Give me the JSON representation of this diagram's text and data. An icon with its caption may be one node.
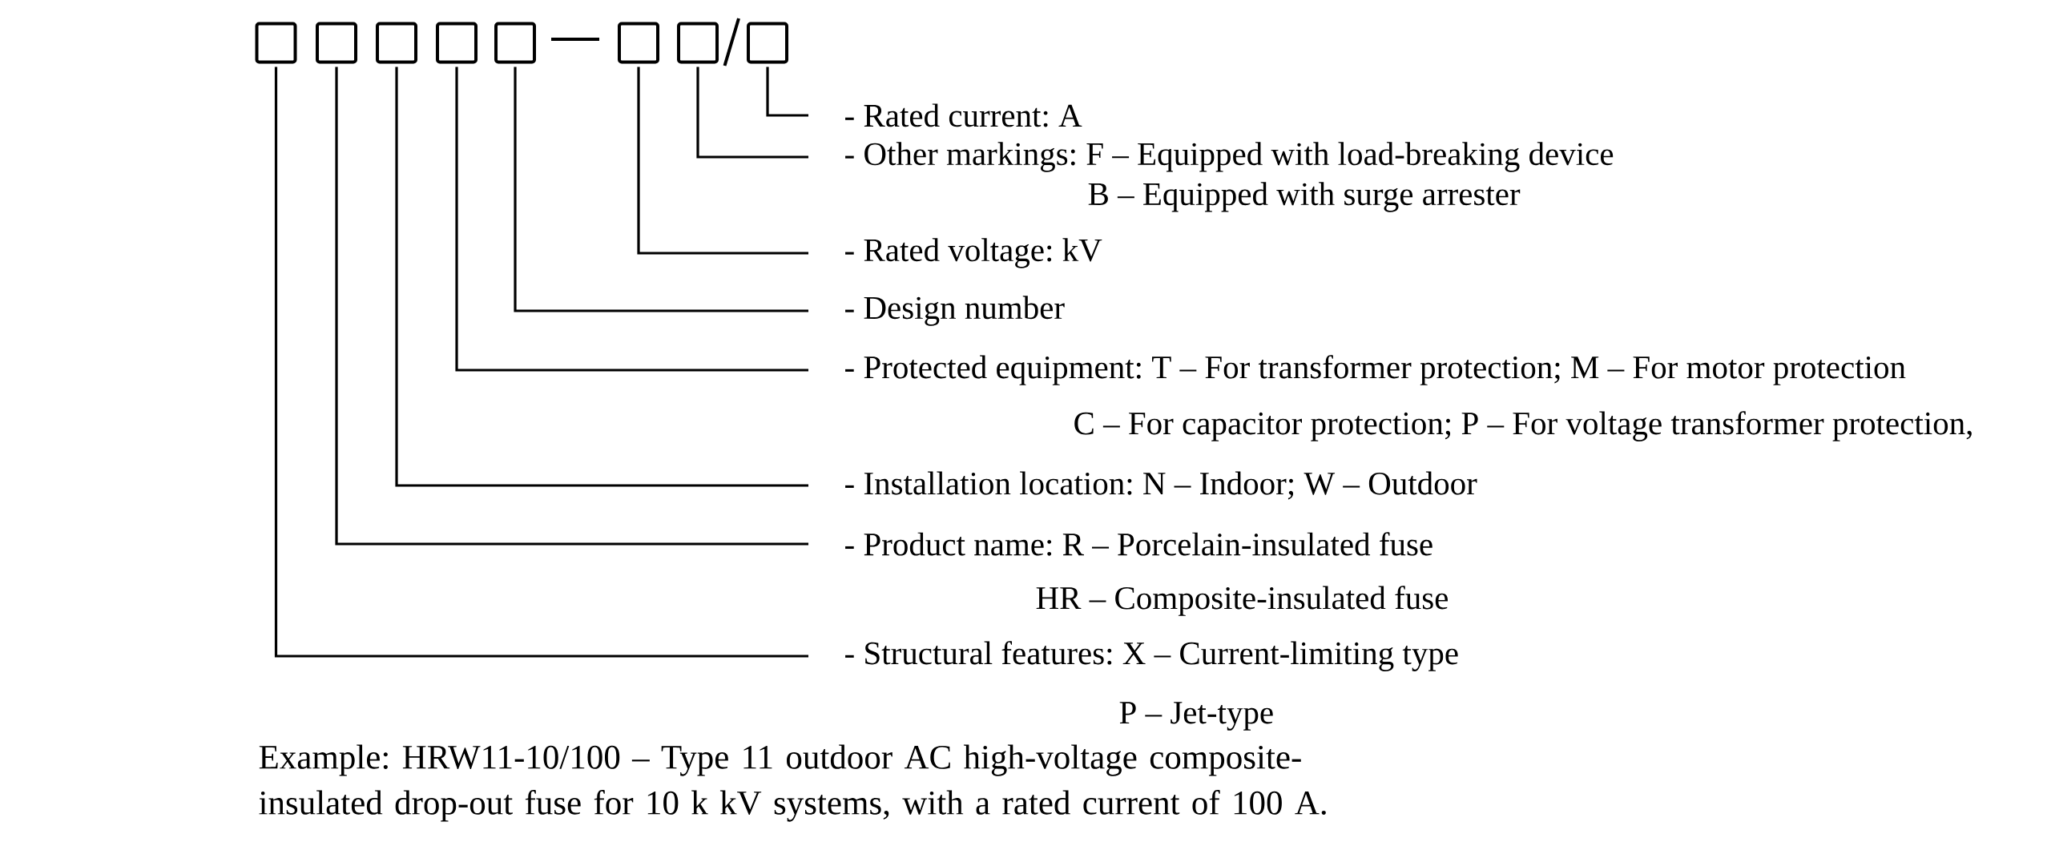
{
  "diagram": {
    "nodes": [
      {
        "text": [],
        "shape": "box"
      },
      {
        "text": [],
        "shape": "box"
      },
      {
        "text": [],
        "shape": "box"
      },
      {
        "text": [],
        "shape": "box"
      },
      {
        "text": [],
        "shape": "box"
      },
      {
        "text": [],
        "shape": "box"
      },
      {
        "text": [],
        "shape": "box"
      },
      {
        "text": [],
        "shape": "box"
      },
      {
        "text": [
          "- Rated current: A"
        ]
      },
      {
        "text": [
          "- Other markings: F – Equipped with load-breaking device",
          "B – Equipped with surge arrester"
        ]
      },
      {
        "text": [
          "- Rated voltage: kV"
        ]
      },
      {
        "text": [
          "- Design number"
        ]
      },
      {
        "text": [
          "- Protected equipment: T – For transformer protection; M – For motor protection",
          "C – For capacitor protection; P – For voltage transformer protection,"
        ]
      },
      {
        "text": [
          "- Installation location: N – Indoor; W – Outdoor"
        ]
      },
      {
        "text": [
          "- Product name: R – Porcelain-insulated fuse",
          "HR – Composite-insulated fuse"
        ]
      },
      {
        "text": [
          "- Structural features: X – Current-limiting type",
          "P – Jet-type"
        ]
      }
    ],
    "edges": [
      {
        "from": 0,
        "to": 15,
        "arrow": "none"
      },
      {
        "from": 1,
        "to": 14,
        "arrow": "none"
      },
      {
        "from": 2,
        "to": 13,
        "arrow": "none"
      },
      {
        "from": 3,
        "to": 12,
        "arrow": "none"
      },
      {
        "from": 4,
        "to": 11,
        "arrow": "none"
      },
      {
        "from": 5,
        "to": 10,
        "arrow": "none"
      },
      {
        "from": 6,
        "to": 9,
        "arrow": "none"
      },
      {
        "from": 7,
        "to": 8,
        "arrow": "none"
      }
    ],
    "caption": "Example: HRW11-10/100 – Type 11 outdoor AC high-voltage composite-insulated drop-out fuse for 10 k kV systems, with a rated current of 100 A."
  }
}
